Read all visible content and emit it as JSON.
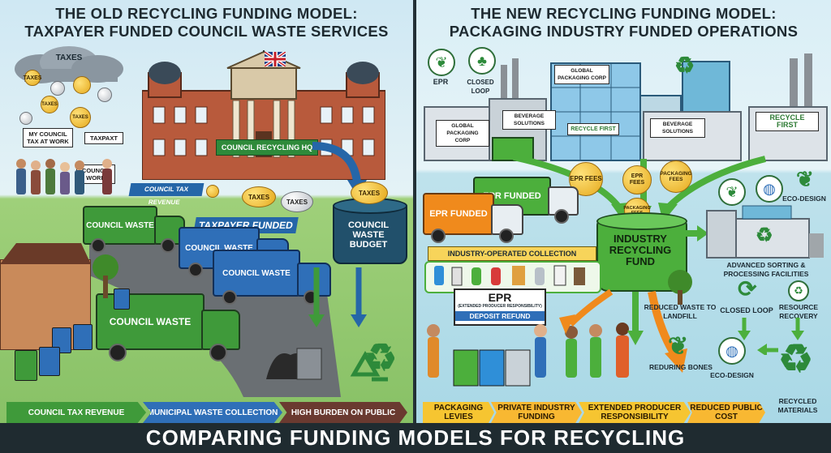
{
  "left": {
    "title_line1": "THE OLD RECYCLING FUNDING MODEL:",
    "title_line2": "TAXPAYER FUNDED COUNCIL WASTE SERVICES",
    "cloud_label": "TAXES",
    "coin_label": "TAXES",
    "signs": [
      "MY COUNCIL TAX AT WORK",
      "TAXPAXT",
      "COUNCIL WORK"
    ],
    "hq_banner": "COUNCIL RECYCLING HQ",
    "tax_revenue_banner": "COUNCIL TAX REVENUE",
    "taxes_coin_a": "TAXES",
    "taxes_coin_b": "TAXES",
    "budget_coin": "TAXES",
    "budget_label": "COUNCIL WASTE BUDGET",
    "taxpayer_banner": "TAXPAYER FUNDED",
    "truck_label": "COUNCIL WASTE",
    "bars": [
      "COUNCIL TAX REVENUE",
      "MUNICIPAL WASTE COLLECTION",
      "HIGH BURDEN ON PUBLIC"
    ]
  },
  "right": {
    "title_line1": "THE NEW RECYCLING FUNDING MODEL:",
    "title_line2": "PACKAGING INDUSTRY FUNDED OPERATIONS",
    "epr_icon_label": "EPR",
    "closed_loop_icon_label": "CLOSED LOOP",
    "company_signs": [
      "GLOBAL PACKAGING CORP",
      "BEVERAGE SOLUTIONS",
      "RECYCLE FIRST",
      "GLOBAL PACKAGING CORP",
      "BEVERAGE SOLUTIONS",
      "RECYCLE FIRST"
    ],
    "fee_coins": [
      "EPR FEES",
      "EPR FEES",
      "PACKAGING FEES",
      "PACKAGING FEES"
    ],
    "truck_label_a": "EPR FUNDED",
    "truck_label_b": "EPR FUNDED",
    "fund_label": "INDUSTRY RECYCLING FUND",
    "collection_banner": "INDUSTRY-OPERATED COLLECTION",
    "epr_sign_title": "EPR",
    "epr_sign_sub": "(EXTENDED PRODUCER RESPONSIBILITY)",
    "epr_sign_deposit": "DEPOSIT REFUND",
    "eco_design_label": "ECO-DESIGN",
    "facility_label": "ADVANCED SORTING & PROCESSING FACILITIES",
    "cycle_labels": [
      "REDUCED WASTE TO LANDFILL",
      "CLOSED LOOP",
      "RESOURCE RECOVERY",
      "REDURING BONES",
      "ECO-DESIGN",
      "RECYCLED MATERIALS"
    ],
    "bars": [
      "PACKAGING LEVIES",
      "PRIVATE INDUSTRY FUNDING",
      "EXTENDED PRODUCER RESPONSIBILITY",
      "REDUCED PUBLIC COST"
    ]
  },
  "footer_title": "COMPARING FUNDING MODELS FOR RECYCLING",
  "colors": {
    "council_green": "#3f9a3a",
    "council_blue": "#2f6fb8",
    "budget_navy": "#21506b",
    "epr_orange": "#f08a1c",
    "epr_green": "#4caf3c",
    "bar_yellow": "#f6c531"
  }
}
